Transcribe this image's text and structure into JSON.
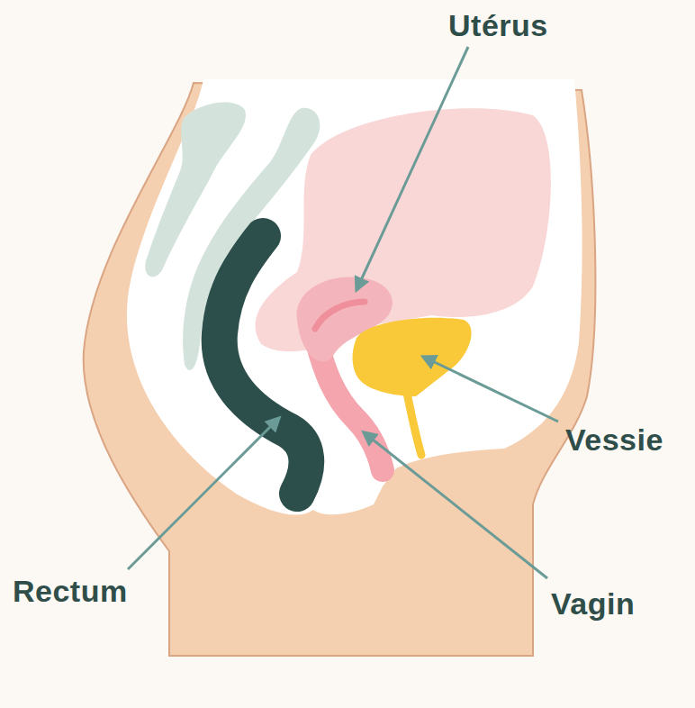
{
  "diagram": {
    "labels": [
      "Utérus",
      "Vessie",
      "Rectum",
      "Vagin"
    ]
  }
}
